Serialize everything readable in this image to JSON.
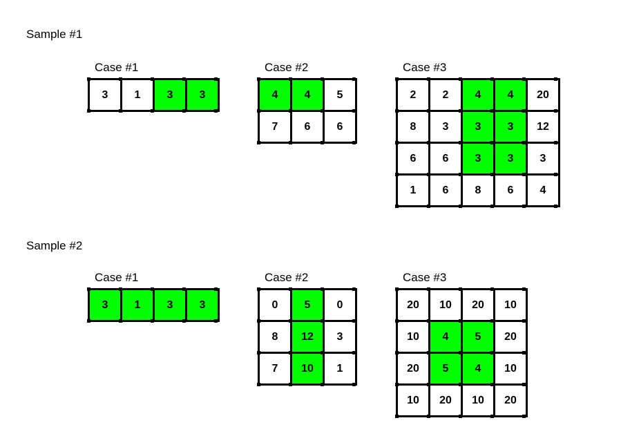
{
  "highlight_color": "#00ff00",
  "samples": [
    {
      "title": "Sample #1",
      "cases": [
        {
          "title": "Case #1",
          "grid": [
            [
              3,
              1,
              3,
              3
            ]
          ],
          "highlight": [
            [
              0,
              2
            ],
            [
              0,
              3
            ]
          ]
        },
        {
          "title": "Case #2",
          "grid": [
            [
              4,
              4,
              5
            ],
            [
              7,
              6,
              6
            ]
          ],
          "highlight": [
            [
              0,
              0
            ],
            [
              0,
              1
            ]
          ]
        },
        {
          "title": "Case #3",
          "grid": [
            [
              2,
              2,
              4,
              4,
              20
            ],
            [
              8,
              3,
              3,
              3,
              12
            ],
            [
              6,
              6,
              3,
              3,
              3
            ],
            [
              1,
              6,
              8,
              6,
              4
            ]
          ],
          "highlight": [
            [
              0,
              2
            ],
            [
              0,
              3
            ],
            [
              1,
              2
            ],
            [
              1,
              3
            ],
            [
              2,
              2
            ],
            [
              2,
              3
            ]
          ]
        }
      ]
    },
    {
      "title": "Sample #2",
      "cases": [
        {
          "title": "Case #1",
          "grid": [
            [
              3,
              1,
              3,
              3
            ]
          ],
          "highlight": [
            [
              0,
              0
            ],
            [
              0,
              1
            ],
            [
              0,
              2
            ],
            [
              0,
              3
            ]
          ]
        },
        {
          "title": "Case #2",
          "grid": [
            [
              0,
              5,
              0
            ],
            [
              8,
              12,
              3
            ],
            [
              7,
              10,
              1
            ]
          ],
          "highlight": [
            [
              0,
              1
            ],
            [
              1,
              1
            ],
            [
              2,
              1
            ]
          ]
        },
        {
          "title": "Case #3",
          "grid": [
            [
              20,
              10,
              20,
              10
            ],
            [
              10,
              4,
              5,
              20
            ],
            [
              20,
              5,
              4,
              10
            ],
            [
              10,
              20,
              10,
              20
            ]
          ],
          "highlight": [
            [
              1,
              1
            ],
            [
              1,
              2
            ],
            [
              2,
              1
            ],
            [
              2,
              2
            ]
          ]
        }
      ]
    }
  ]
}
